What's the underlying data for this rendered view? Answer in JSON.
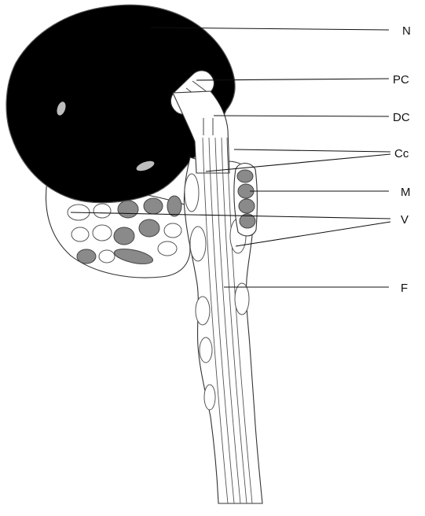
{
  "labels": {
    "nucleus": "N",
    "proximal_centriole": "PC",
    "distal_centriole": "DC",
    "centriolar_complex": "Cc",
    "mitochondria": "M",
    "vesicles": "V",
    "flagellum": "F"
  },
  "colors": {
    "nucleus": "#000000",
    "mitochondria": "#8a8a8a",
    "line": "#111111",
    "background": "#ffffff"
  }
}
